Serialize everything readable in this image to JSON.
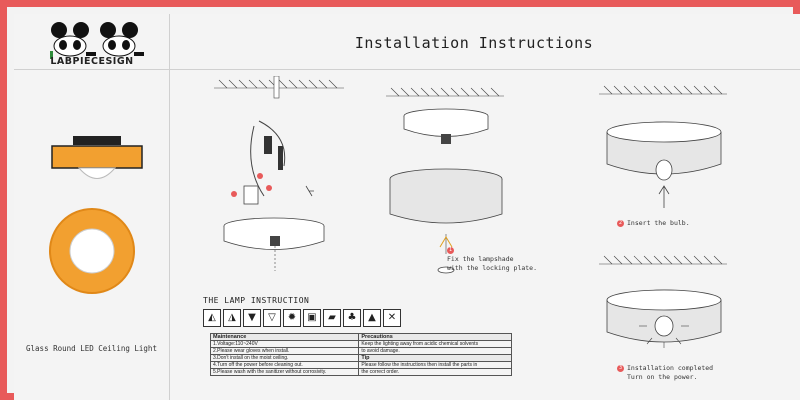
{
  "brand": {
    "name": "LABPIECESIGN"
  },
  "header": {
    "title": "Installation Instructions"
  },
  "product": {
    "name": "Glass Round LED Ceiling Light"
  },
  "lamp_instruction": {
    "title": "THE LAMP INSTRUCTION",
    "icons": [
      "◭",
      "◮",
      "▼",
      "▽",
      "✹",
      "▣",
      "▰",
      "♣",
      "▲",
      "✕"
    ]
  },
  "table": {
    "headers": {
      "maintenance": "Maintenance",
      "precautions": "Precautions",
      "tip": "Tip"
    },
    "maintenance": [
      "1.Voltage:110~240V",
      "2.Please wear gloves when install.",
      "3.Don't install on the moist ceiling.",
      "4.Turn off the power before cleaning out.",
      "5.Please wash with the sanitizer without corrosivity."
    ],
    "precautions": [
      "Keep the lighting away from acidic chemical solvents",
      "to avoid damage."
    ],
    "tip": [
      "Please follow the instructions then install the parts in",
      "the correct order."
    ]
  },
  "steps": {
    "step1": {
      "num": "1",
      "line1": "Fix the lampshade",
      "line2": "with the locking plate."
    },
    "step2": {
      "num": "2",
      "line1": "Insert the bulb."
    },
    "step3": {
      "num": "3",
      "line1": "Installation completed",
      "line2": "Turn on the power."
    }
  },
  "colors": {
    "frame": "#e85a5a",
    "accent_orange": "#f2a030",
    "badge": "#e85a5a"
  }
}
